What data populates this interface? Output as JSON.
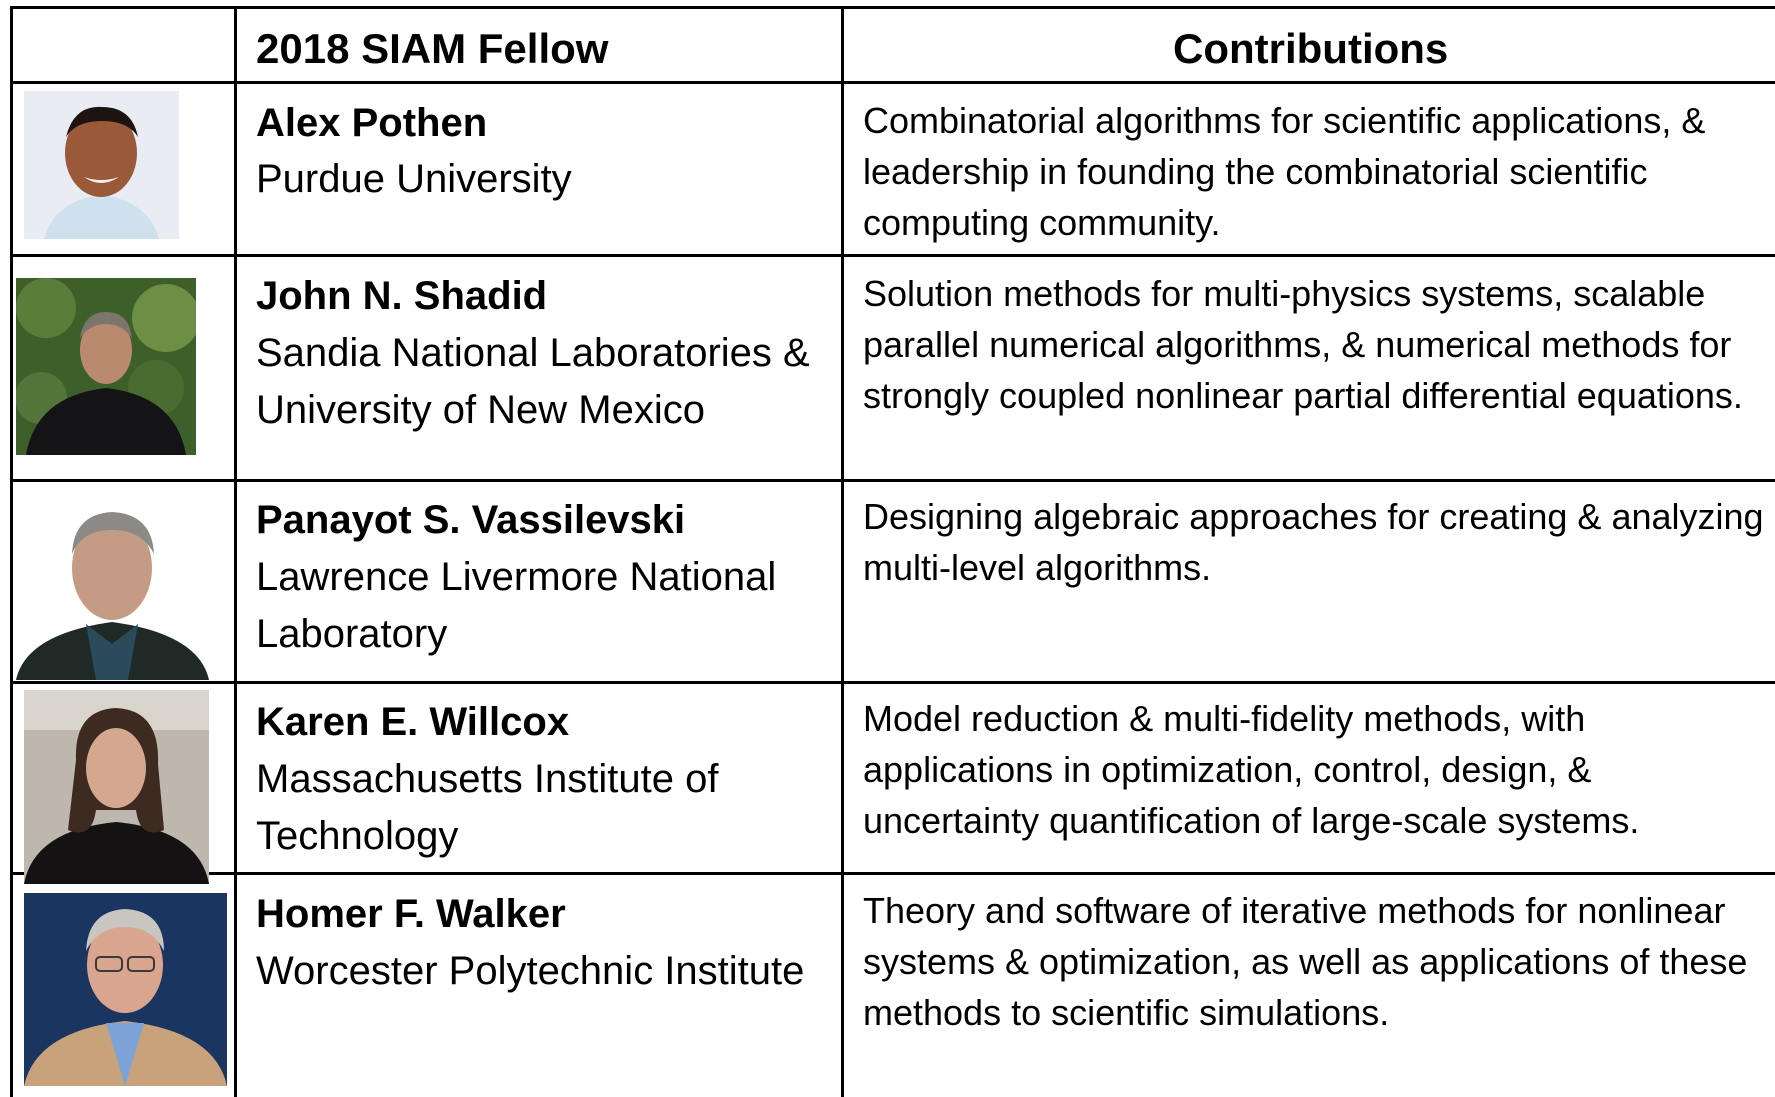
{
  "header": {
    "col_fellow": "2018 SIAM Fellow",
    "col_contributions": "Contributions"
  },
  "rows": [
    {
      "name": "Alex Pothen",
      "affiliation": "Purdue University",
      "contribution": "Combinatorial algorithms for scientific applications, & leadership in founding the combinatorial scientific computing community."
    },
    {
      "name": "John N. Shadid",
      "affiliation": "Sandia National Laboratories & University of New Mexico",
      "contribution": "Solution methods for multi-physics systems, scalable parallel numerical algorithms, & numerical methods for strongly coupled nonlinear partial differential equations."
    },
    {
      "name": "Panayot S. Vassilevski",
      "affiliation": "Lawrence Livermore National Laboratory",
      "contribution": "Designing algebraic approaches for creating & analyzing multi-level algorithms."
    },
    {
      "name": "Karen E. Willcox",
      "affiliation": "Massachusetts Institute of Technology",
      "contribution": "Model reduction & multi-fidelity methods, with applications in optimization, control, design, & uncertainty quantification of large-scale systems."
    },
    {
      "name": "Homer F. Walker",
      "affiliation": "Worcester Polytechnic Institute",
      "contribution": "Theory and software of iterative methods for nonlinear systems & optimization, as well as applications of these methods to scientific simulations."
    }
  ]
}
